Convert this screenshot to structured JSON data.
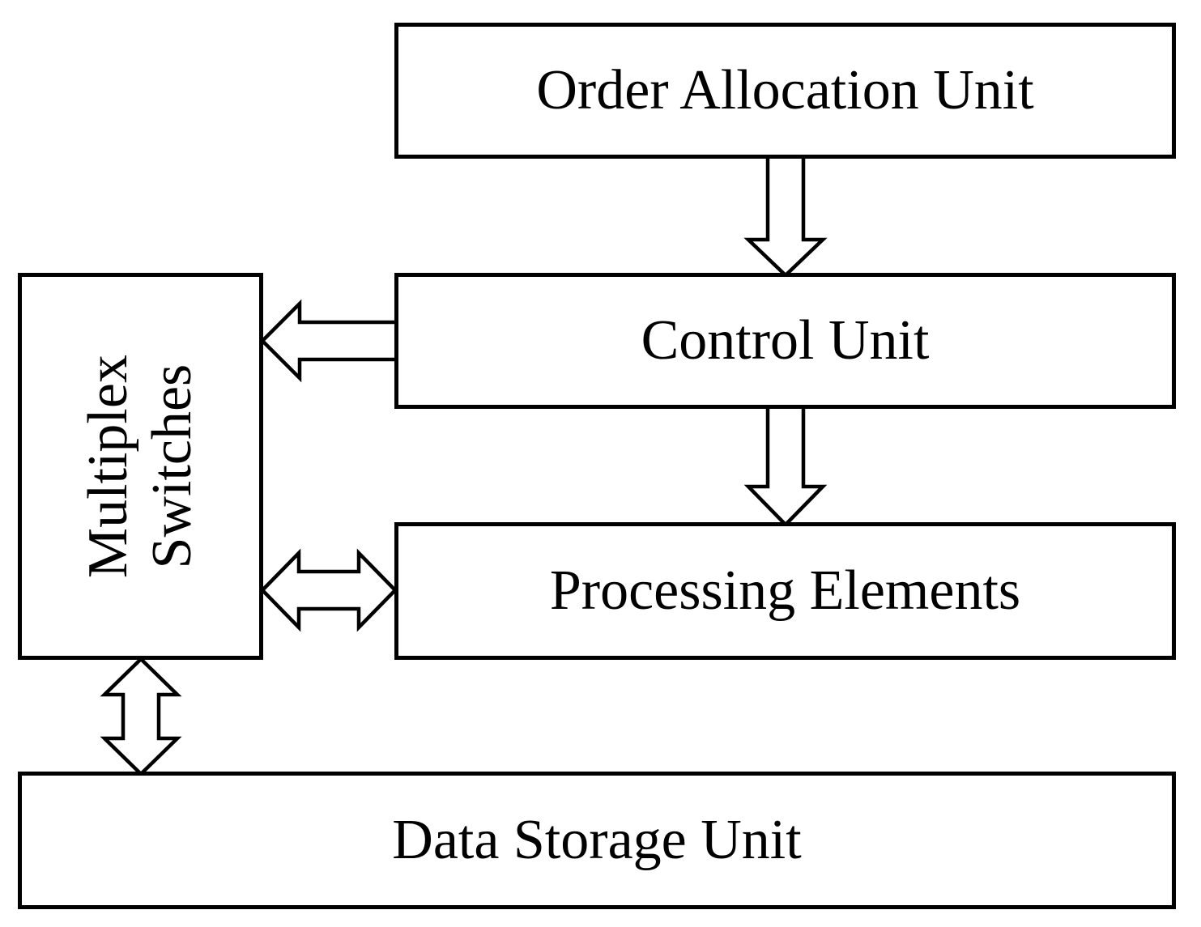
{
  "diagram": {
    "boxes": {
      "order_allocation": {
        "label": "Order Allocation Unit"
      },
      "control": {
        "label": "Control Unit"
      },
      "multiplex": {
        "line1": "Multiplex",
        "line2": "Switches"
      },
      "processing": {
        "label": "Processing Elements"
      },
      "data_storage": {
        "label": "Data Storage Unit"
      }
    },
    "connections": [
      {
        "from": "Order Allocation Unit",
        "to": "Control Unit",
        "direction": "down",
        "bidirectional": false
      },
      {
        "from": "Control Unit",
        "to": "Multiplex Switches",
        "direction": "left",
        "bidirectional": false
      },
      {
        "from": "Control Unit",
        "to": "Processing Elements",
        "direction": "down",
        "bidirectional": false
      },
      {
        "from": "Multiplex Switches",
        "to": "Processing Elements",
        "direction": "horizontal",
        "bidirectional": true
      },
      {
        "from": "Multiplex Switches",
        "to": "Data Storage Unit",
        "direction": "vertical",
        "bidirectional": true
      }
    ],
    "colors": {
      "line": "#000000",
      "background": "#ffffff",
      "box_fill": "#ffffff"
    }
  }
}
